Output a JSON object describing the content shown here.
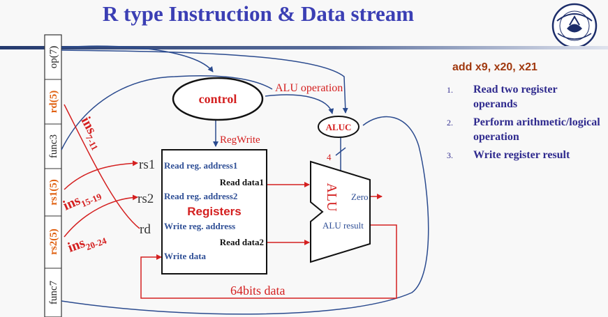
{
  "slide": {
    "title": "R type Instruction & Data stream"
  },
  "instruction_fields": [
    "op(7)",
    "rd(5)",
    "func3",
    "rs1(5)",
    "rs2(5)",
    "func7"
  ],
  "field_colors": {
    "highlight": "#e06010",
    "normal": "#222222"
  },
  "instr_slices": {
    "ins_7_11": {
      "base": "ins",
      "sub": "7-11"
    },
    "ins_15_19": {
      "base": "ins",
      "sub": "15-19"
    },
    "ins_20_24": {
      "base": "ins",
      "sub": "20-24"
    }
  },
  "diagram": {
    "control": "control",
    "alu_operation": "ALU operation",
    "aluc": "ALUC",
    "regwrite": "RegWrite",
    "aluc_width": "4",
    "rs1": "rs1",
    "rs2": "rs2",
    "rd": "rd",
    "registers": {
      "title": "Registers",
      "read_addr1": "Read reg. address1",
      "read_addr2": "Read reg. address2",
      "write_addr": "Write reg. address",
      "write_data": "Write data",
      "read_data1": "Read data1",
      "read_data2": "Read data2"
    },
    "alu": {
      "label": "ALU",
      "zero": "Zero",
      "result": "ALU result"
    },
    "bus_label": "64bits data"
  },
  "instruction": "add  x9, x20, x21",
  "steps": [
    {
      "num": "1.",
      "text": "Read two register operands"
    },
    {
      "num": "2.",
      "text": "Perform arithmetic/logical operation"
    },
    {
      "num": "3.",
      "text": "Write register result"
    }
  ],
  "colors": {
    "title": "#3b3fb4",
    "red": "#d42020",
    "blue_line": "#2a4a8e",
    "blue_text": "#2f4f96",
    "purple_text": "#2f2a8e",
    "instruction": "#a0380e"
  }
}
